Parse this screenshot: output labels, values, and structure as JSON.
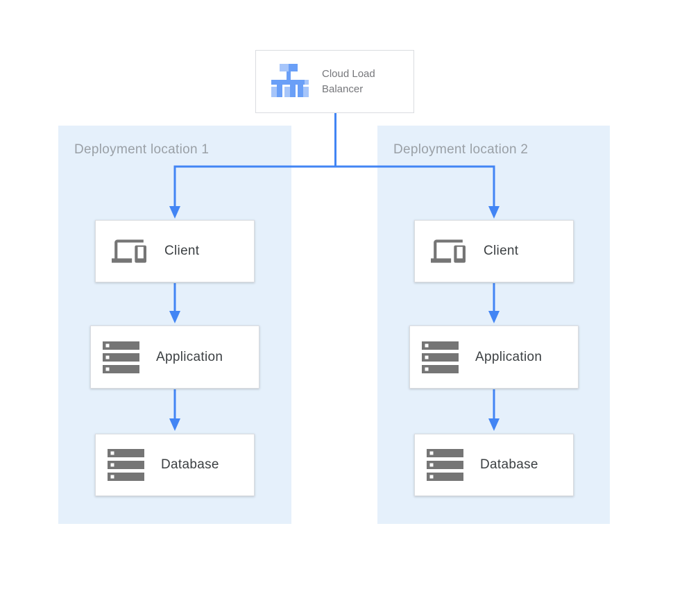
{
  "load_balancer": {
    "label": "Cloud Load Balancer",
    "icon": "load-balancer-icon"
  },
  "regions": [
    {
      "title": "Deployment location 1",
      "nodes": [
        {
          "label": "Client",
          "icon": "devices-icon"
        },
        {
          "label": "Application",
          "icon": "server-stack-icon"
        },
        {
          "label": "Database",
          "icon": "server-stack-icon"
        }
      ]
    },
    {
      "title": "Deployment location 2",
      "nodes": [
        {
          "label": "Client",
          "icon": "devices-icon"
        },
        {
          "label": "Application",
          "icon": "server-stack-icon"
        },
        {
          "label": "Database",
          "icon": "server-stack-icon"
        }
      ]
    }
  ],
  "connections": [
    {
      "from": "cloud-load-balancer",
      "to": "client-1"
    },
    {
      "from": "cloud-load-balancer",
      "to": "client-2"
    },
    {
      "from": "client-1",
      "to": "application-1"
    },
    {
      "from": "application-1",
      "to": "database-1"
    },
    {
      "from": "client-2",
      "to": "application-2"
    },
    {
      "from": "application-2",
      "to": "database-2"
    }
  ],
  "colors": {
    "region_background": "#E5F0FB",
    "connector_blue": "#4285F4",
    "icon_gray": "#757575",
    "lb_icon_light_blue": "#A6C5FA",
    "lb_icon_mid_blue": "#6A9FF7",
    "node_border": "#DADCE0",
    "node_label_text": "#3C4043",
    "region_title_text": "#9AA0A6",
    "lb_label_text": "#76777B"
  }
}
